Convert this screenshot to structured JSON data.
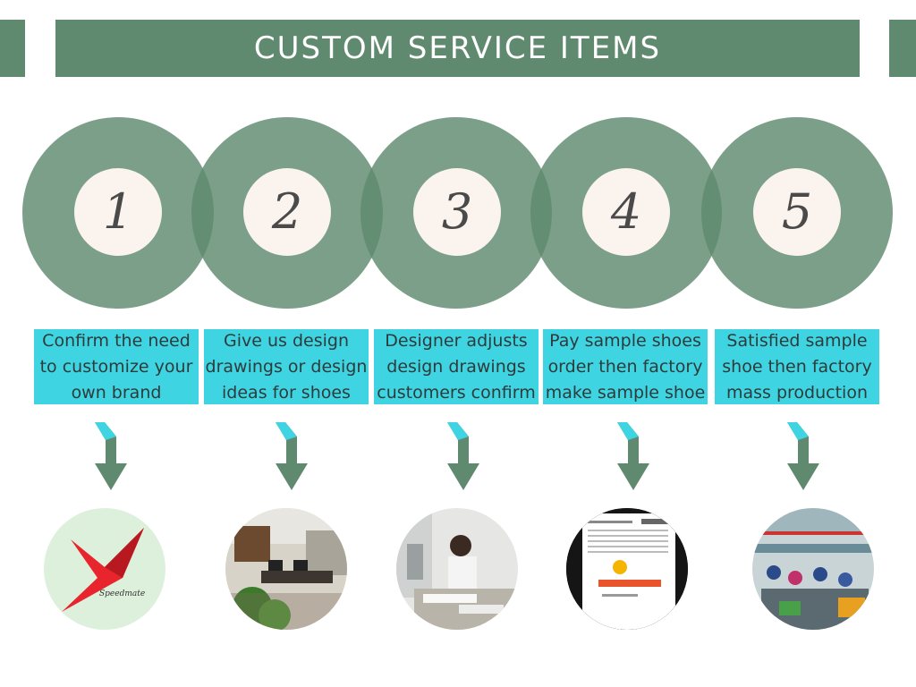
{
  "header": {
    "title": "CUSTOM SERVICE ITEMS"
  },
  "colors": {
    "band": "#5f8a6f",
    "circle": "#5f8a6f",
    "inner": "#fbf3ee",
    "box": "#3fd4e2",
    "arrow": "#5f8a6f"
  },
  "steps": [
    {
      "number": "1",
      "text": "Confirm the need to customize your own brand",
      "image": "brand-logo-icon",
      "logo_text": "Speedmate"
    },
    {
      "number": "2",
      "text": "Give us design drawings or design ideas for shoes",
      "image": "office-photo"
    },
    {
      "number": "3",
      "text": "Designer adjusts design drawings customers confirm",
      "image": "designer-photo"
    },
    {
      "number": "4",
      "text": "Pay sample shoes order then factory make sample shoe",
      "image": "report-document-photo"
    },
    {
      "number": "5",
      "text": "Satisfied sample shoe then factory mass production",
      "image": "factory-photo"
    }
  ]
}
